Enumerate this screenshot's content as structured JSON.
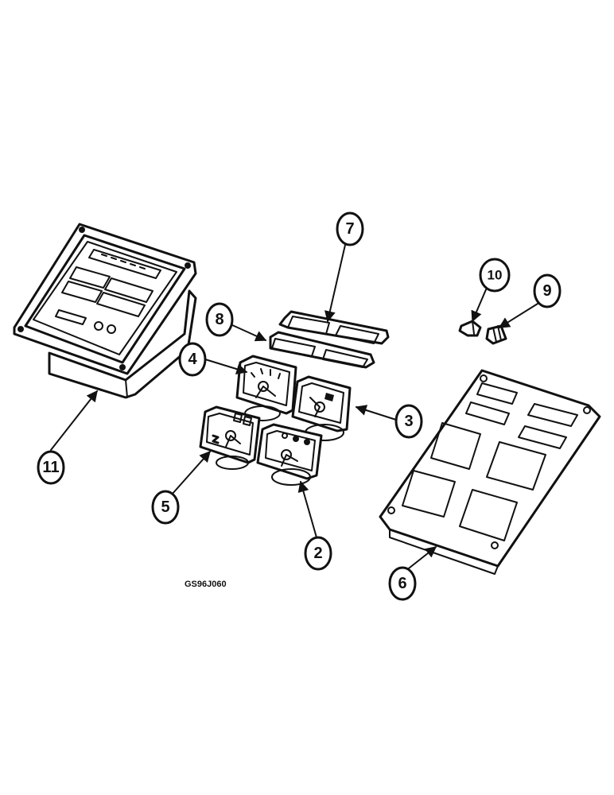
{
  "figure_code": "GS96J060",
  "callouts": {
    "c2": "2",
    "c3": "3",
    "c4": "4",
    "c5": "5",
    "c6": "6",
    "c7": "7",
    "c8": "8",
    "c9": "9",
    "c10": "10",
    "c11": "11"
  }
}
